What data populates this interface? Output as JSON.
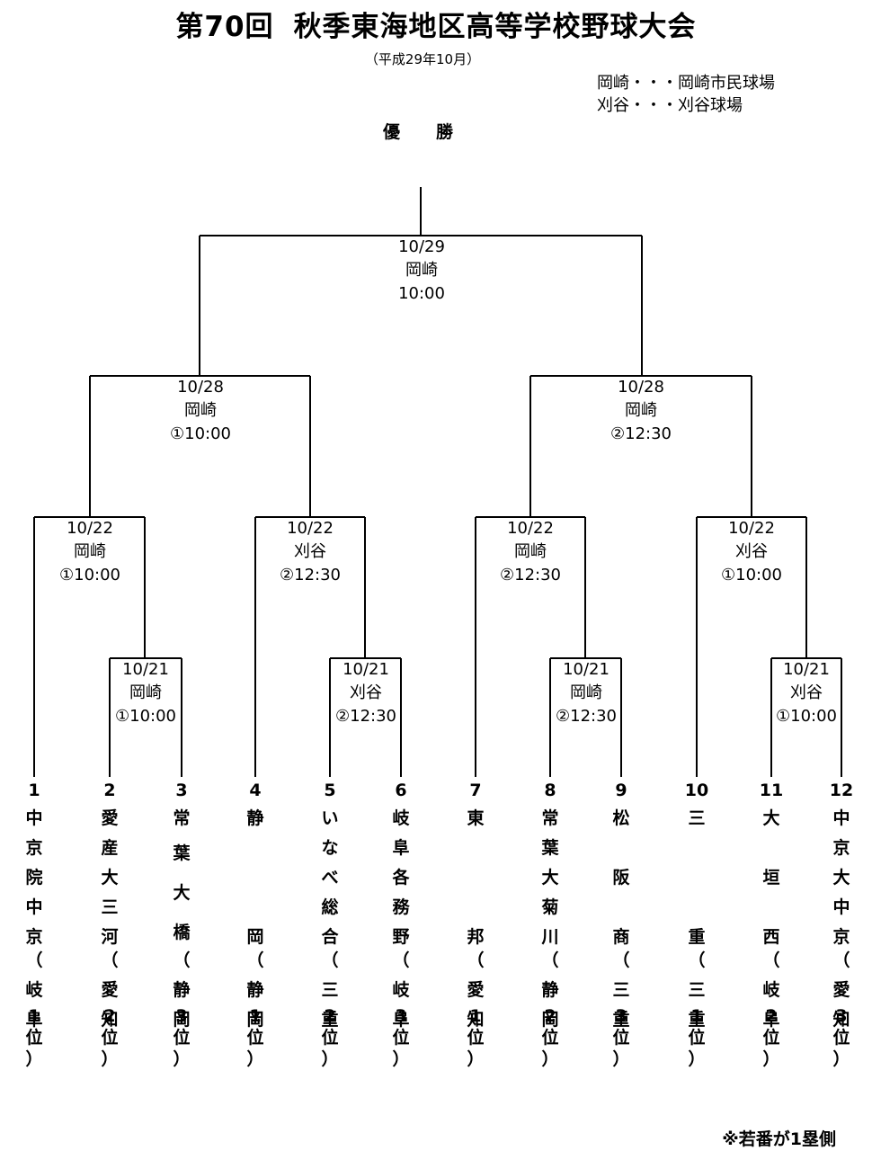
{
  "title": {
    "part1": "第70回",
    "part2": "秋季東海地区高等学校野球大会"
  },
  "subtitle": "（平成29年10月）",
  "legend": {
    "line1": "岡崎・・・岡崎市民球場",
    "line2": "刈谷・・・刈谷球場"
  },
  "champion": {
    "char1": "優",
    "char2": "勝"
  },
  "final": {
    "date": "10/29",
    "venue": "岡崎",
    "time": "10:00"
  },
  "semifinals": [
    {
      "date": "10/28",
      "venue": "岡崎",
      "time": "①10:00"
    },
    {
      "date": "10/28",
      "venue": "岡崎",
      "time": "②12:30"
    }
  ],
  "quarterfinals": [
    {
      "date": "10/22",
      "venue": "岡崎",
      "time": "①10:00"
    },
    {
      "date": "10/22",
      "venue": "刈谷",
      "time": "②12:30"
    },
    {
      "date": "10/22",
      "venue": "岡崎",
      "time": "②12:30"
    },
    {
      "date": "10/22",
      "venue": "刈谷",
      "time": "①10:00"
    }
  ],
  "first_round": [
    {
      "date": "10/21",
      "venue": "岡崎",
      "time": "①10:00"
    },
    {
      "date": "10/21",
      "venue": "刈谷",
      "time": "②12:30"
    },
    {
      "date": "10/21",
      "venue": "岡崎",
      "time": "②12:30"
    },
    {
      "date": "10/21",
      "venue": "刈谷",
      "time": "①10:00"
    }
  ],
  "teams": [
    {
      "num": "1",
      "name": [
        "中",
        "京",
        "院",
        "中",
        "京"
      ],
      "pref": [
        "（",
        "岐",
        "阜"
      ],
      "rank": [
        "1",
        "位",
        "）"
      ]
    },
    {
      "num": "2",
      "name": [
        "愛",
        "産",
        "大",
        "三",
        "河"
      ],
      "pref": [
        "（",
        "愛",
        "知"
      ],
      "rank": [
        "2",
        "位",
        "）"
      ]
    },
    {
      "num": "3",
      "name": [
        "常",
        "",
        "葉",
        "",
        "大",
        "",
        "橋"
      ],
      "pref": [
        "（",
        "静",
        "岡"
      ],
      "rank": [
        "3",
        "位",
        "）"
      ]
    },
    {
      "num": "4",
      "name": [
        "静",
        "",
        "",
        "",
        "岡"
      ],
      "pref": [
        "（",
        "静",
        "岡"
      ],
      "rank": [
        "1",
        "位",
        "）"
      ]
    },
    {
      "num": "5",
      "name": [
        "い",
        "な",
        "べ",
        "総",
        "合"
      ],
      "pref": [
        "（",
        "三",
        "重"
      ],
      "rank": [
        "2",
        "位",
        "）"
      ]
    },
    {
      "num": "6",
      "name": [
        "岐",
        "阜",
        "各",
        "務",
        "野"
      ],
      "pref": [
        "（",
        "岐",
        "阜"
      ],
      "rank": [
        "3",
        "位",
        "）"
      ]
    },
    {
      "num": "7",
      "name": [
        "東",
        "",
        "",
        "",
        "邦"
      ],
      "pref": [
        "（",
        "愛",
        "知"
      ],
      "rank": [
        "1",
        "位",
        "）"
      ]
    },
    {
      "num": "8",
      "name": [
        "常",
        "葉",
        "大",
        "菊",
        "川"
      ],
      "pref": [
        "（",
        "静",
        "岡"
      ],
      "rank": [
        "2",
        "位",
        "）"
      ]
    },
    {
      "num": "9",
      "name": [
        "松",
        "",
        "阪",
        "",
        "商"
      ],
      "pref": [
        "（",
        "三",
        "重"
      ],
      "rank": [
        "3",
        "位",
        "）"
      ]
    },
    {
      "num": "10",
      "name": [
        "三",
        "",
        "",
        "",
        "重"
      ],
      "pref": [
        "（",
        "三",
        "重"
      ],
      "rank": [
        "1",
        "位",
        "）"
      ]
    },
    {
      "num": "11",
      "name": [
        "大",
        "",
        "垣",
        "",
        "西"
      ],
      "pref": [
        "（",
        "岐",
        "阜"
      ],
      "rank": [
        "2",
        "位",
        "）"
      ]
    },
    {
      "num": "12",
      "name": [
        "中",
        "京",
        "大",
        "中",
        "京"
      ],
      "pref": [
        "（",
        "愛",
        "知"
      ],
      "rank": [
        "3",
        "位",
        "）"
      ]
    }
  ],
  "note": "※若番が1塁側"
}
